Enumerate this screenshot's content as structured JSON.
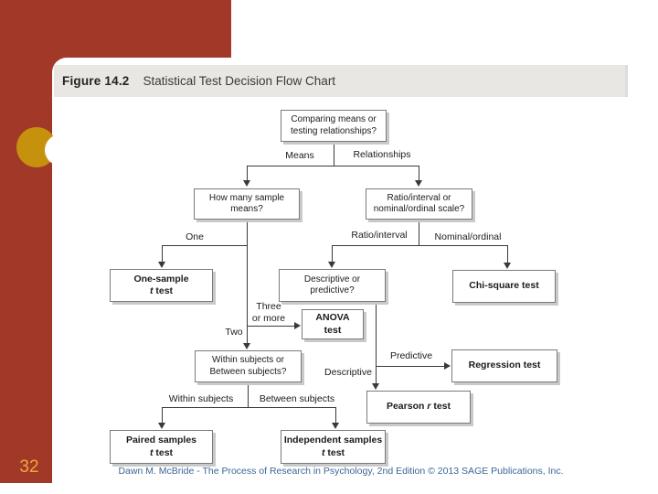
{
  "ui": {
    "figure_label": "Figure 14.2",
    "figure_title": "Statistical Test Decision Flow Chart",
    "page_number": "32",
    "footer_text": "Dawn M. McBride - The Process of Research in Psychology, 2nd Edition © 2013 SAGE Publications, Inc."
  },
  "colors": {
    "sidebar_maroon": "#A23928",
    "accent_gold": "#C6920E",
    "page_number_gold": "#EFA63C",
    "footer_blue": "#3A6795",
    "title_bar_gray": "#E8E7E4",
    "connector": "#3a3a3a"
  },
  "chart_data": {
    "type": "flowchart",
    "title": "Statistical Test Decision Flow Chart",
    "nodes": [
      {
        "id": "comparing",
        "bold": false,
        "lines": [
          "Comparing means or",
          "testing relationships?"
        ]
      },
      {
        "id": "how-many",
        "bold": false,
        "lines": [
          "How many sample",
          "means?"
        ]
      },
      {
        "id": "scale",
        "bold": false,
        "lines": [
          "Ratio/interval or",
          "nominal/ordinal scale?"
        ]
      },
      {
        "id": "one-sample-t-test",
        "bold": true,
        "lines": [
          "One-sample",
          "t test"
        ],
        "line2_italic": "t",
        "line2_rest": " test"
      },
      {
        "id": "descriptive-predictive",
        "bold": false,
        "lines": [
          "Descriptive or",
          "predictive?"
        ]
      },
      {
        "id": "chi-square-test",
        "bold": true,
        "lines": [
          "Chi-square test"
        ]
      },
      {
        "id": "anova-test",
        "bold": true,
        "lines": [
          "ANOVA",
          "test"
        ]
      },
      {
        "id": "regression-test",
        "bold": true,
        "lines": [
          "Regression test"
        ]
      },
      {
        "id": "subjects",
        "bold": false,
        "lines": [
          "Within subjects or",
          "Between subjects?"
        ]
      },
      {
        "id": "pearson-r-test",
        "bold": true,
        "lines": [
          "Pearson r test"
        ],
        "prefix": "Pearson ",
        "italic": "r",
        "suffix": " test"
      },
      {
        "id": "paired-samples-t-test",
        "bold": true,
        "lines": [
          "Paired samples",
          "t test"
        ],
        "line2_italic": "t",
        "line2_rest": " test"
      },
      {
        "id": "independent-samples-t-test",
        "bold": true,
        "lines": [
          "Independent samples",
          "t test"
        ],
        "line2_italic": "t",
        "line2_rest": " test"
      }
    ],
    "edges": [
      {
        "from": "comparing",
        "to": "how-many",
        "label": "Means"
      },
      {
        "from": "comparing",
        "to": "scale",
        "label": "Relationships"
      },
      {
        "from": "how-many",
        "to": "one-sample-t-test",
        "label": "One"
      },
      {
        "from": "how-many",
        "to": "anova-test",
        "label": "Three or more",
        "label_line1": "Three",
        "label_line2": "or more"
      },
      {
        "from": "how-many",
        "to": "subjects",
        "label": "Two"
      },
      {
        "from": "scale",
        "to": "descriptive-predictive",
        "label": "Ratio/interval"
      },
      {
        "from": "scale",
        "to": "chi-square-test",
        "label": "Nominal/ordinal"
      },
      {
        "from": "descriptive-predictive",
        "to": "regression-test",
        "label": "Predictive"
      },
      {
        "from": "descriptive-predictive",
        "to": "pearson-r-test",
        "label": "Descriptive"
      },
      {
        "from": "subjects",
        "to": "paired-samples-t-test",
        "label": "Within subjects"
      },
      {
        "from": "subjects",
        "to": "independent-samples-t-test",
        "label": "Between subjects"
      }
    ]
  }
}
